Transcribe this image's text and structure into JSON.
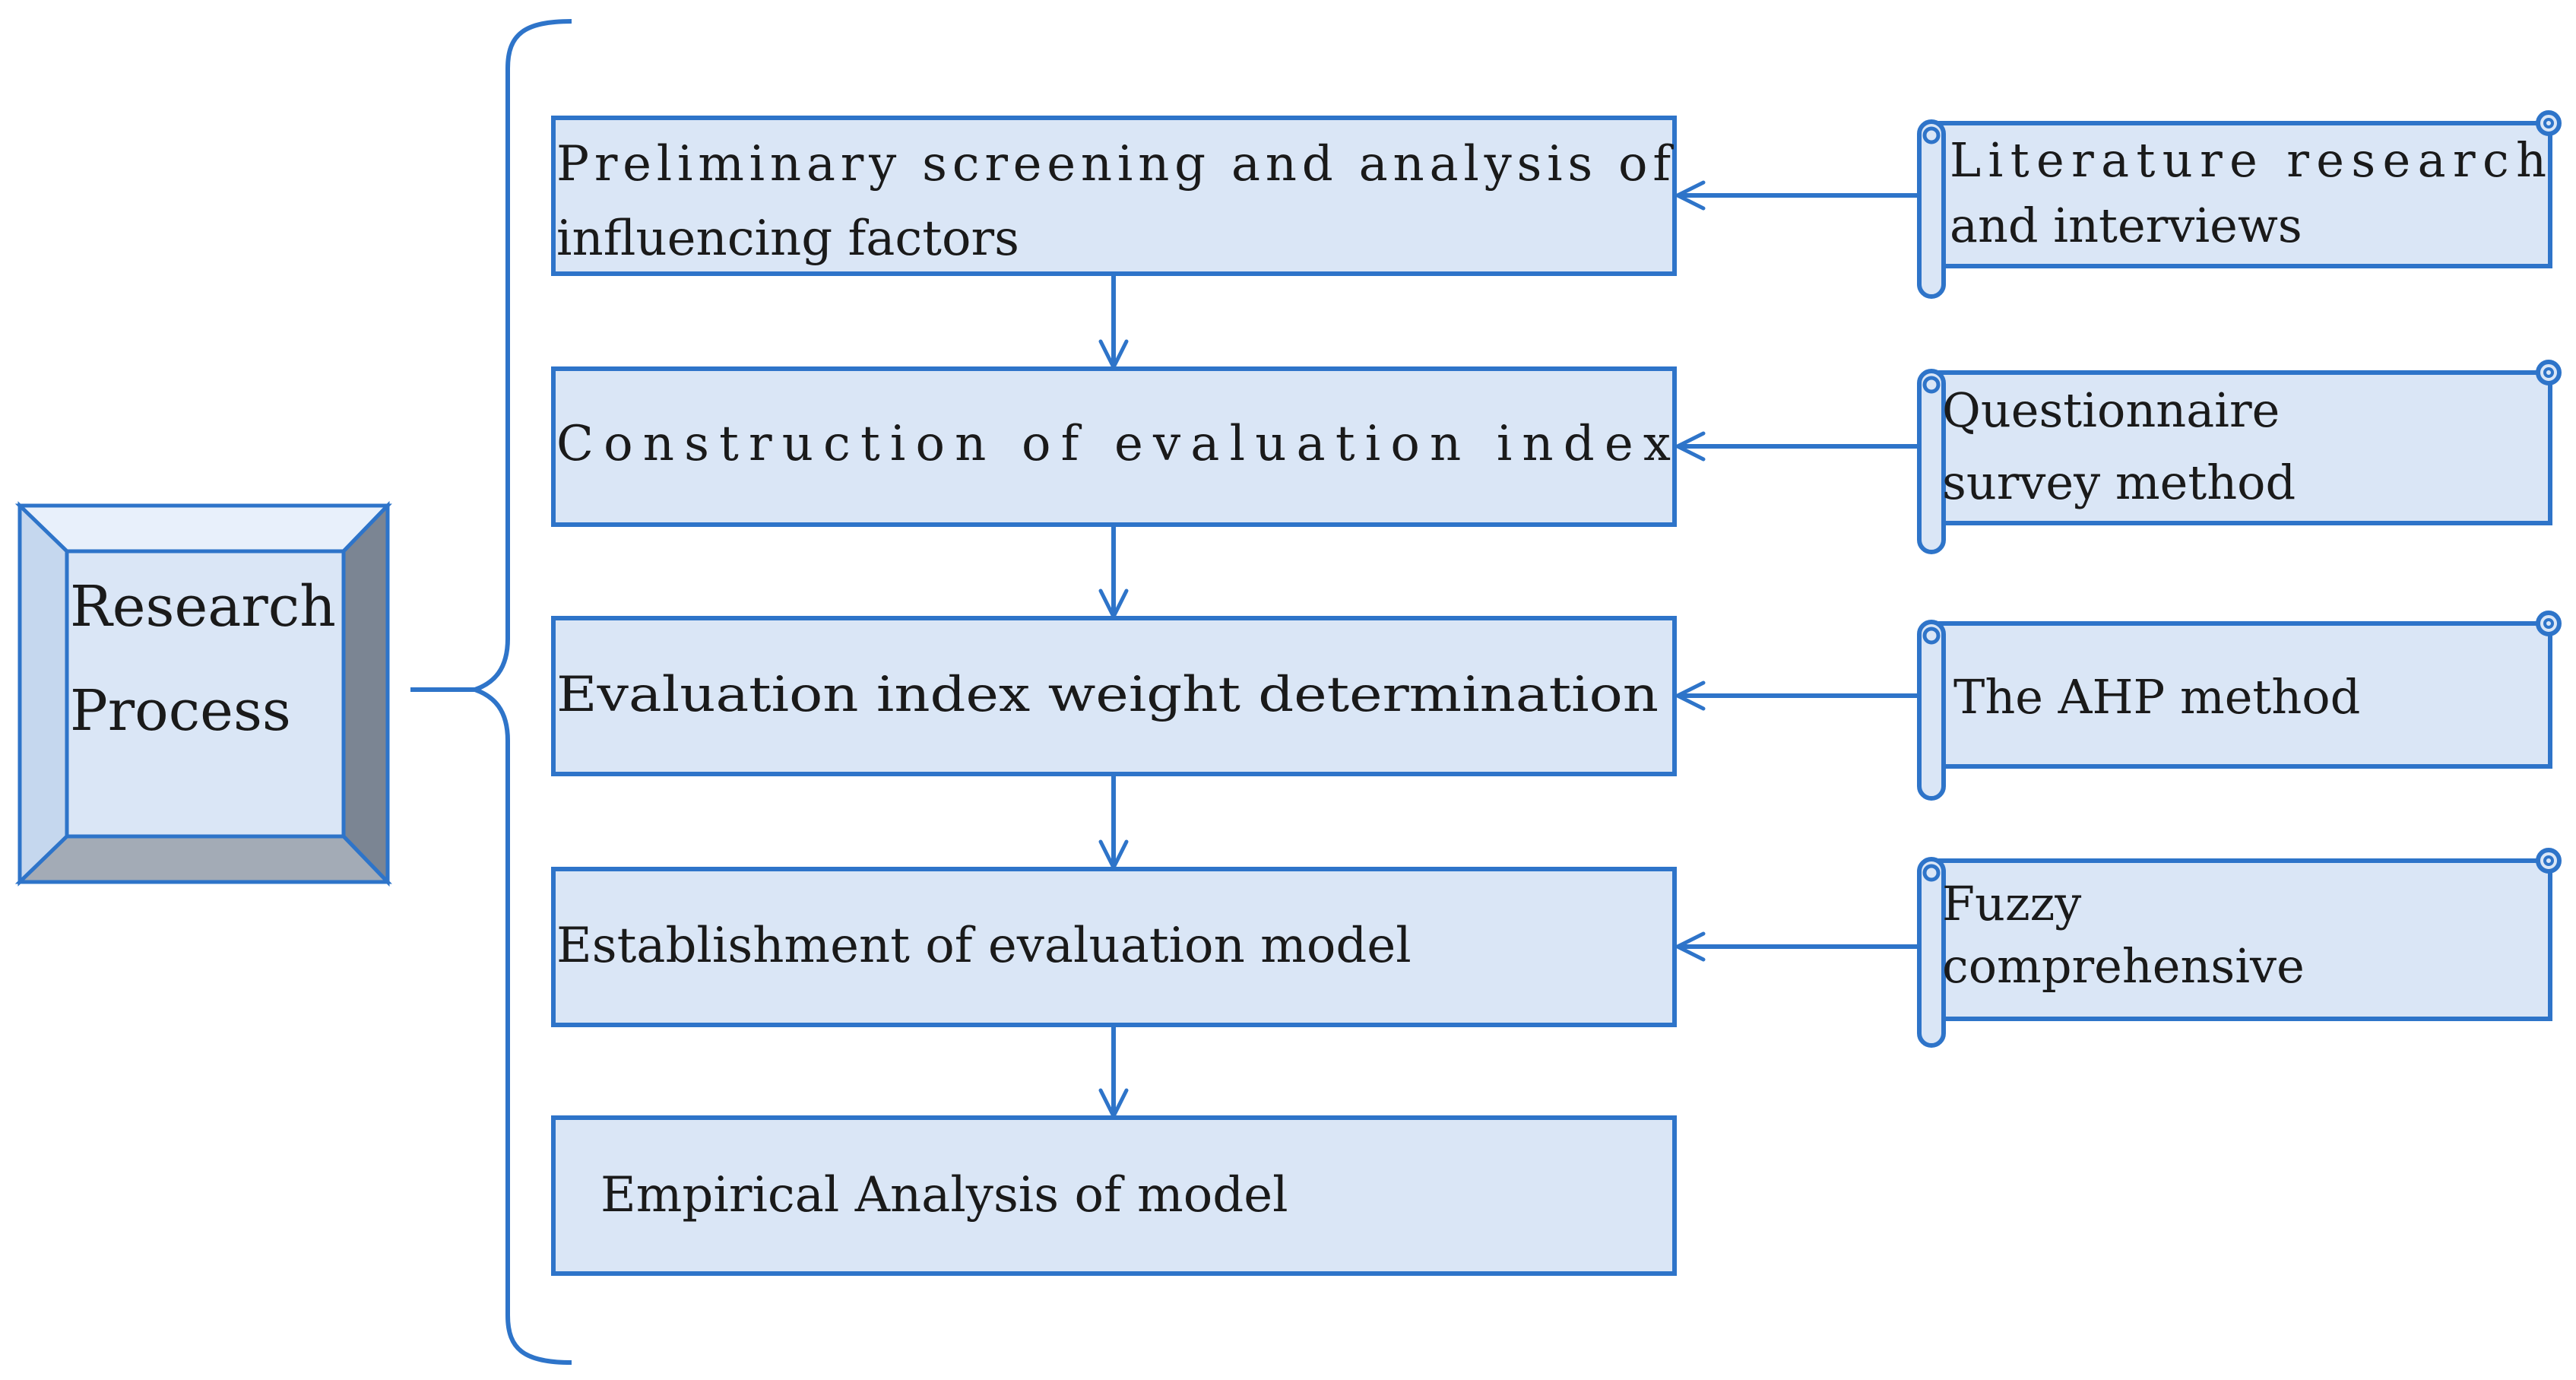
{
  "main": {
    "label_lines": [
      "Research",
      "Process"
    ]
  },
  "steps": [
    {
      "lines": [
        "Preliminary screening and analysis of",
        "influencing factors"
      ]
    },
    {
      "lines": [
        "Construction of evaluation index"
      ]
    },
    {
      "lines": [
        "Evaluation index weight determination"
      ]
    },
    {
      "lines": [
        "Establishment of evaluation model"
      ]
    },
    {
      "lines": [
        "Empirical Analysis of model"
      ]
    }
  ],
  "methods": [
    {
      "lines": [
        "Literature research",
        "and interviews"
      ]
    },
    {
      "lines": [
        "Questionnaire",
        "survey method"
      ]
    },
    {
      "lines": [
        "The AHP method"
      ]
    },
    {
      "lines": [
        "Fuzzy",
        "comprehensive"
      ]
    }
  ],
  "colors": {
    "box_fill": "#dae6f6",
    "stroke": "#2e74c9",
    "bevel_top": "#e8f0fb",
    "bevel_left": "#c5d7ee",
    "bevel_right": "#7b8593",
    "bevel_bottom": "#a3abb6"
  }
}
